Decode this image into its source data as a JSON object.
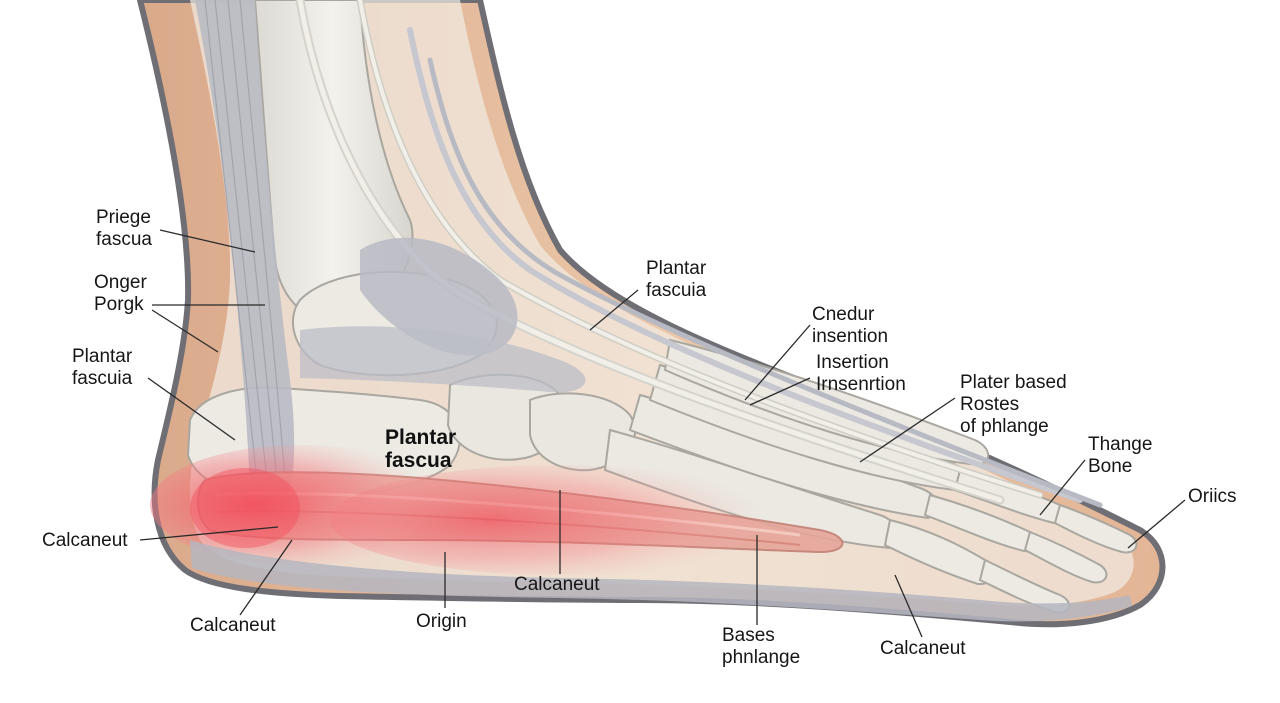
{
  "labels": {
    "priege": [
      "Priege",
      "fascua"
    ],
    "onger": [
      "Onger",
      "Porgk"
    ],
    "plantar_left": [
      "Plantar",
      "fascuia"
    ],
    "plantar_top": [
      "Plantar",
      "fascuia"
    ],
    "plantar_center": [
      "Plantar",
      "fascua"
    ],
    "cnedur": [
      "Cnedur",
      "insention"
    ],
    "insertion": [
      "Insertion",
      "Irnsenrtion"
    ],
    "plater": [
      "Plater based",
      "Rostes",
      "of phlange"
    ],
    "thange": [
      "Thange",
      "Bone"
    ],
    "oriics": [
      "Oriics"
    ],
    "calcaneut_left": [
      "Calcaneut"
    ],
    "calcaneut_bottom_left": [
      "Calcaneut"
    ],
    "origin": [
      "Origin"
    ],
    "calcaneut_mid": [
      "Calcaneut"
    ],
    "bases": [
      "Bases",
      "phnlange"
    ],
    "calcaneut_right": [
      "Calcaneut"
    ]
  },
  "colors": {
    "skin": "#e8c3a3",
    "skin_shadow": "#d7a682",
    "outline": "#6e6e74",
    "bone": "#eceae3",
    "bone_edge": "#a9a79f",
    "tendon": "#b7b9c3",
    "tendon_light": "#d8d9df",
    "inflammation": "#f24b5a",
    "leader": "#2a2a2a"
  }
}
